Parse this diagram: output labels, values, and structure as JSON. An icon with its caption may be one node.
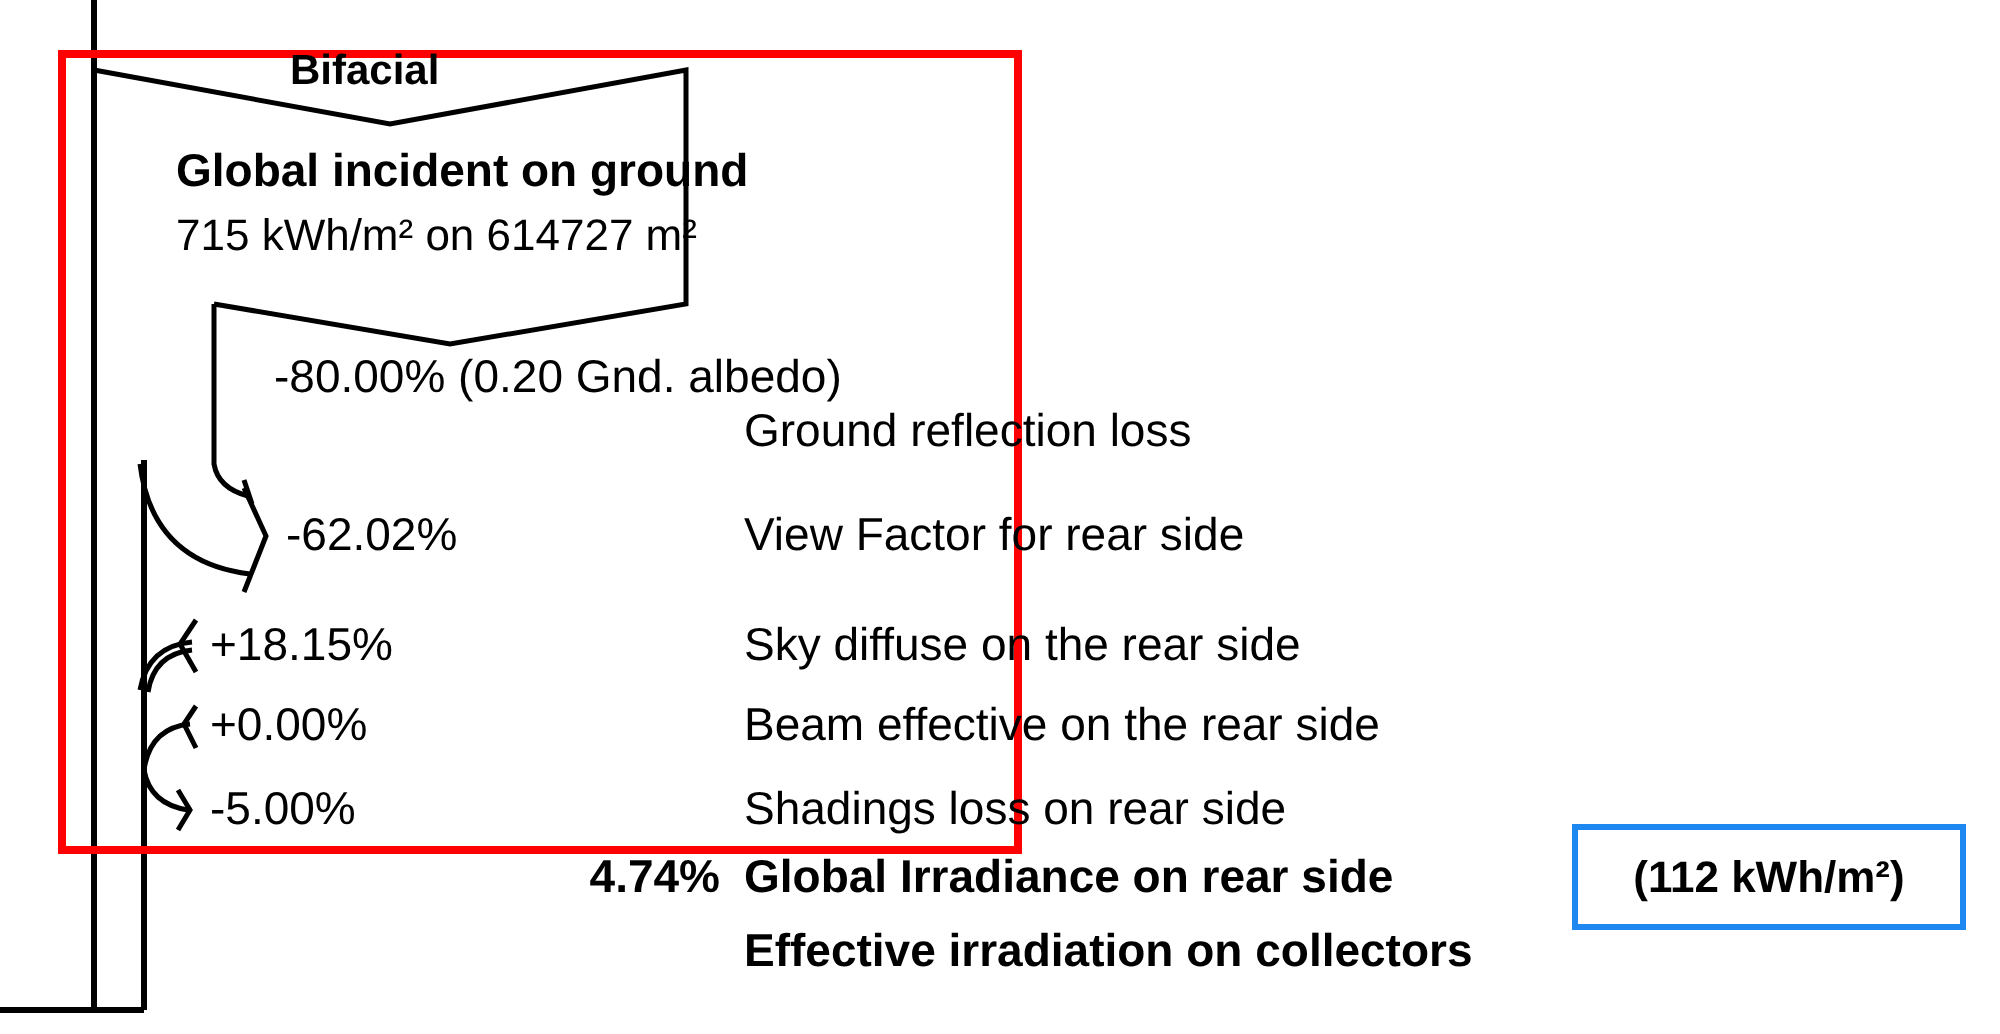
{
  "diagram": {
    "nodes": [
      {
        "text": [
          "Bifacial",
          "Global incident on ground",
          "715 kWh/m² on 614727 m²"
        ]
      },
      {
        "text": [
          "(112 kWh/m²)"
        ]
      }
    ],
    "labels": [
      "-80.00% (0.20 Gnd. albedo)",
      "Ground reflection loss",
      "-62.02%",
      "View Factor for rear side",
      "+18.15%",
      "Sky diffuse on the rear side",
      "+0.00%",
      "Beam effective on the rear side",
      "-5.00%",
      "Shadings loss on rear side",
      "4.74%",
      "Global Irradiance on rear side",
      "Effective irradiation on collectors"
    ]
  }
}
